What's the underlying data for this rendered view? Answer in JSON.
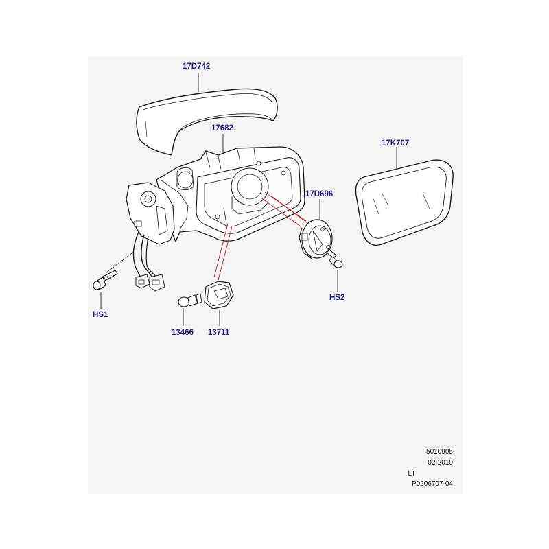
{
  "diagram": {
    "callouts": {
      "cover": "17D742",
      "housing": "17682",
      "glass": "17K707",
      "motor": "17D696",
      "screw_right": "HS2",
      "screw_left": "HS1",
      "bulb": "13466",
      "lamp": "13711"
    },
    "footer": {
      "line1": "5010905",
      "line2": "02-2010",
      "line3": "LT",
      "line4": "P0206707-04"
    }
  }
}
